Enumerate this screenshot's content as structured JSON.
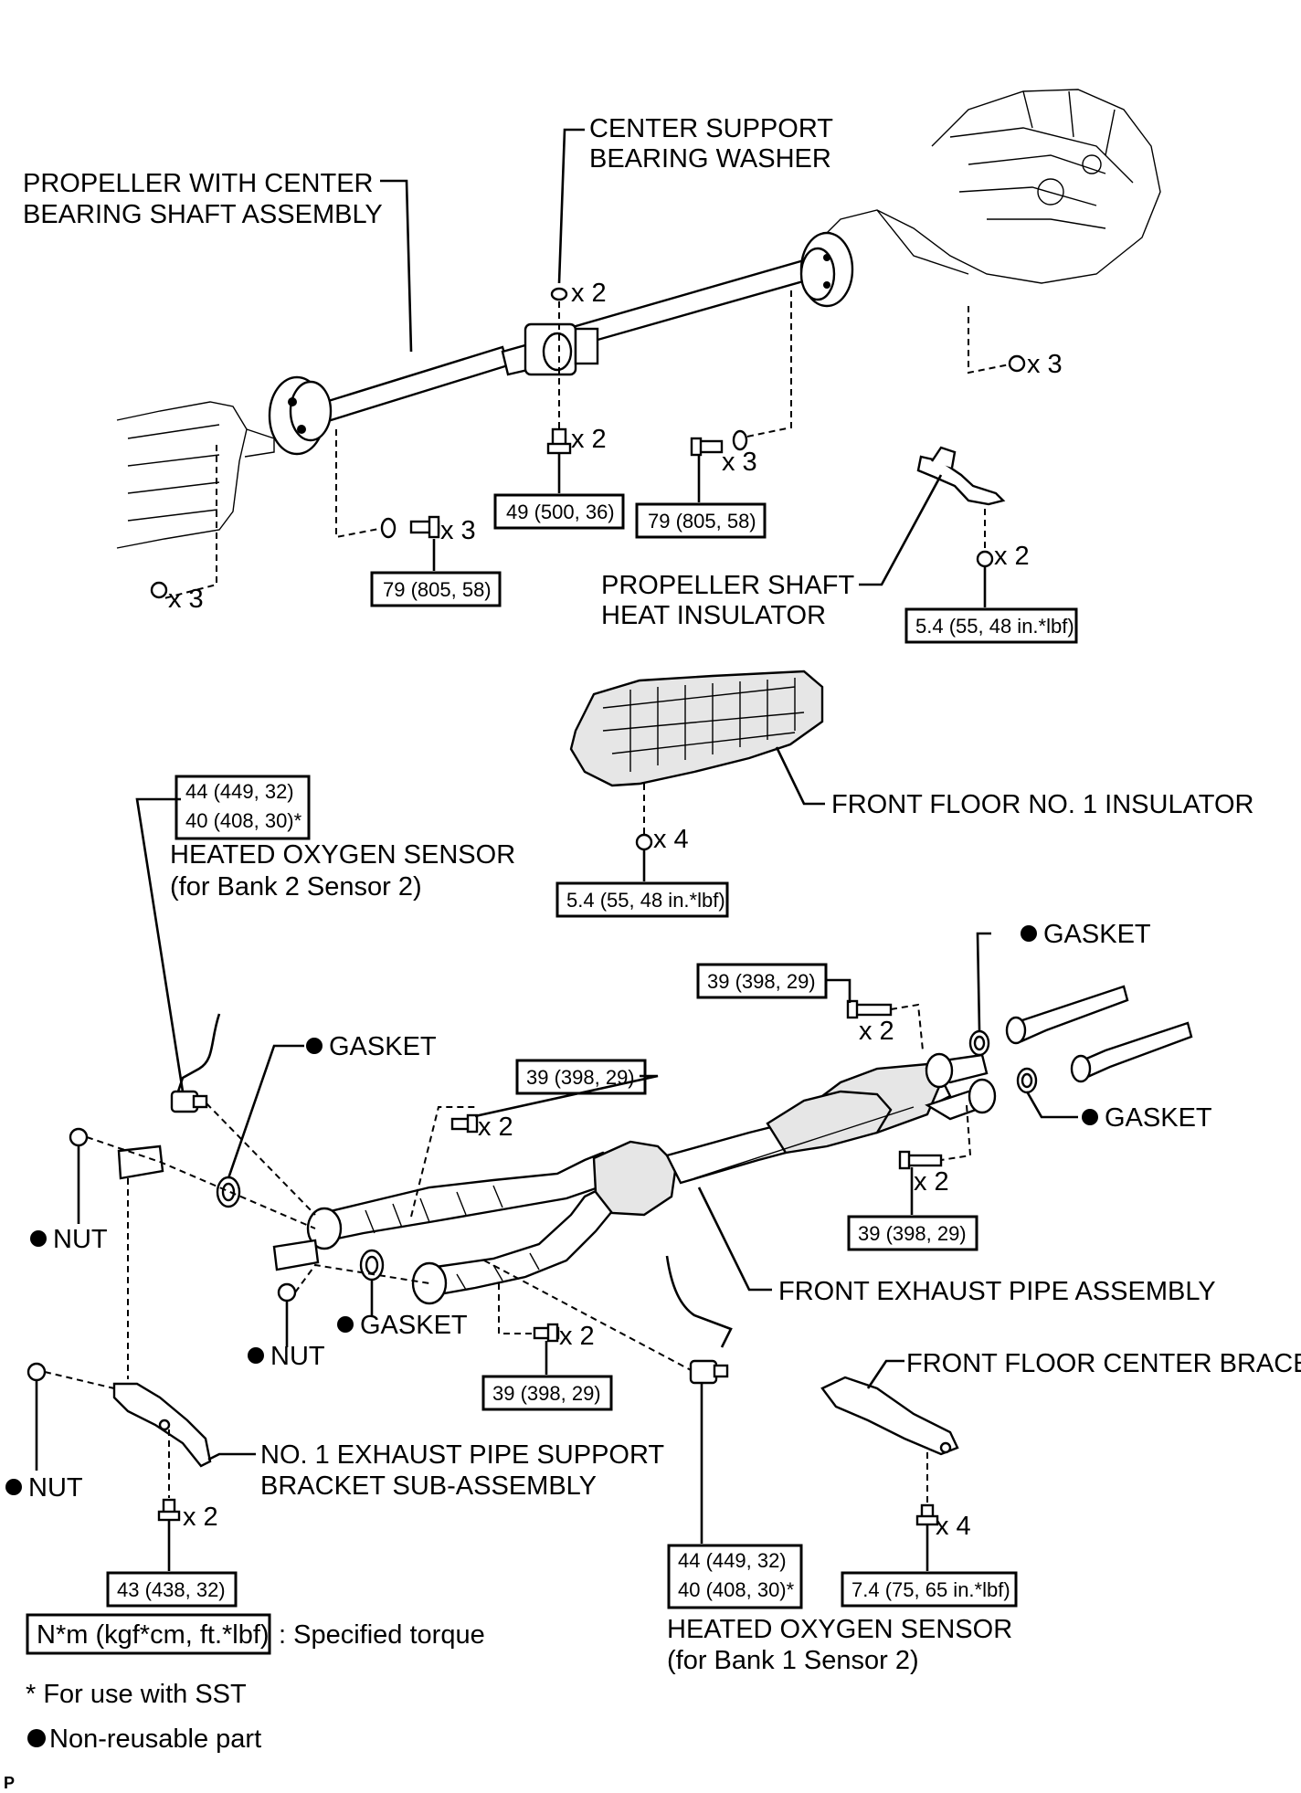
{
  "labels": {
    "center_support_washer": [
      "CENTER SUPPORT",
      "BEARING WASHER"
    ],
    "propeller_shaft": [
      "PROPELLER WITH CENTER",
      "BEARING SHAFT ASSEMBLY"
    ],
    "heat_insulator": [
      "PROPELLER SHAFT",
      "HEAT INSULATOR"
    ],
    "front_floor_insulator": "FRONT FLOOR NO. 1 INSULATOR",
    "ho2s_bank2": [
      "HEATED OXYGEN SENSOR",
      "(for Bank 2 Sensor 2)"
    ],
    "ho2s_bank1": [
      "HEATED OXYGEN SENSOR",
      "(for Bank 1 Sensor 2)"
    ],
    "front_exhaust_pipe": "FRONT EXHAUST PIPE ASSEMBLY",
    "front_floor_brace": "FRONT FLOOR CENTER BRACE",
    "support_bracket": [
      "NO. 1 EXHAUST PIPE SUPPORT",
      "BRACKET SUB-ASSEMBLY"
    ],
    "gasket": "GASKET",
    "nut": "NUT"
  },
  "quantities": {
    "x2": "x 2",
    "x3": "x 3",
    "x4": "x 4"
  },
  "torques": {
    "t49": "49 (500, 36)",
    "t79": "79 (805, 58)",
    "t5_4": "5.4 (55, 48 in.*lbf)",
    "t39": "39 (398, 29)",
    "t43": "43 (438, 32)",
    "t7_4": "7.4 (75, 65 in.*lbf)",
    "t44": "44 (449, 32)",
    "t40": "40 (408, 30)*"
  },
  "legend": {
    "unit_box": "N*m (kgf*cm, ft.*lbf)",
    "unit_desc": ": Specified torque",
    "sst_note": "* For use with SST",
    "nonreusable": "Non-reusable part"
  },
  "corner_mark": "P"
}
